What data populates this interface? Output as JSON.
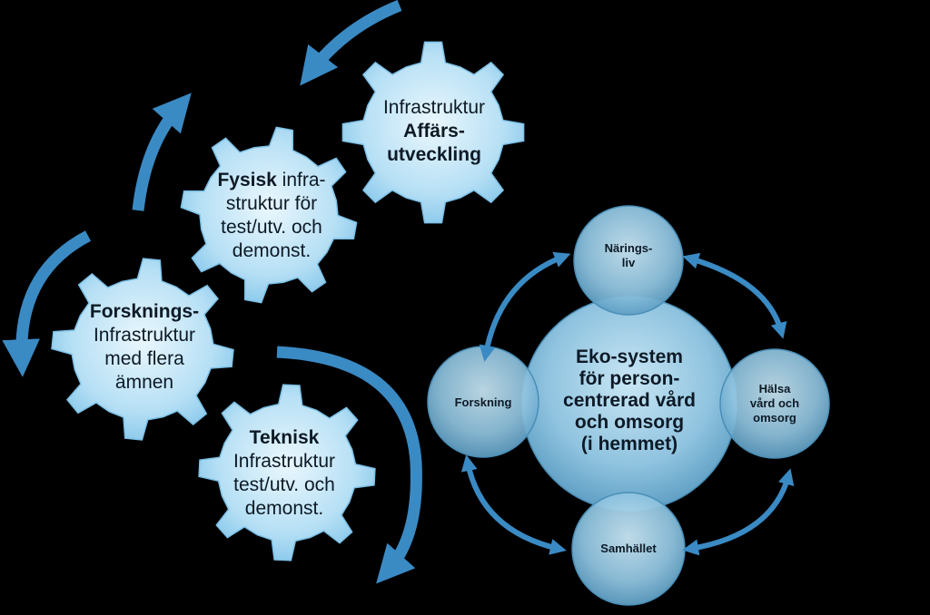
{
  "gears": {
    "affars": {
      "line1": "Infrastruktur",
      "line2": "Affärs-",
      "line3": "utveckling"
    },
    "fysisk": {
      "bold": "Fysisk",
      "rest1": " infra-",
      "line2": "struktur för",
      "line3": "test/utv. och",
      "line4": "demonst."
    },
    "forsknings": {
      "line1": "Forsknings-",
      "line2": "Infrastruktur",
      "line3": "med flera",
      "line4": "ämnen"
    },
    "teknisk": {
      "line1": "Teknisk",
      "line2": "Infrastruktur",
      "line3": "test/utv. och",
      "line4": "demonst."
    }
  },
  "ecosystem": {
    "center": {
      "line1": "Eko-system",
      "line2": "för person-",
      "line3": "centrerad vård",
      "line4": "och omsorg",
      "line5": "(i hemmet)"
    },
    "top": {
      "line1": "Närings-",
      "line2": "liv"
    },
    "left": {
      "label": "Forskning"
    },
    "right": {
      "line1": "Hälsa",
      "line2": "vård och",
      "line3": "omsorg"
    },
    "bottom": {
      "label": "Samhället"
    }
  },
  "colors": {
    "background": "#000000",
    "arrow": "#3a8ac4",
    "gear_light": "#d6eefa",
    "gear_mid": "#a9d8f2",
    "circle_light": "#b8dcef",
    "circle_mid": "#7fb8d8"
  }
}
